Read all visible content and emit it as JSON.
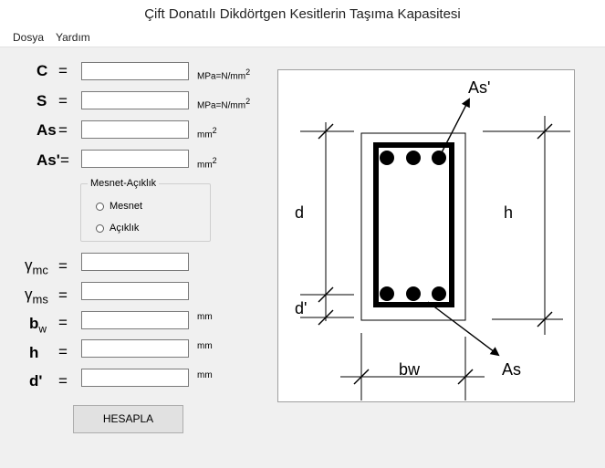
{
  "window": {
    "title": "Çift Donatılı Dikdörtgen Kesitlerin Taşıma Kapasitesi"
  },
  "menu": {
    "items": [
      "Dosya",
      "Yardım"
    ]
  },
  "form": {
    "c": {
      "label": "C",
      "eq": "=",
      "value": "",
      "unit": "MPa=N/mm",
      "unit_sup": "2"
    },
    "s": {
      "label": "S",
      "eq": "=",
      "value": "",
      "unit": "MPa=N/mm",
      "unit_sup": "2"
    },
    "as": {
      "label": "As",
      "eq": "=",
      "value": "",
      "unit": "mm",
      "unit_sup": "2"
    },
    "as_prime": {
      "label": "As'",
      "eq": "=",
      "value": "",
      "unit": "mm",
      "unit_sup": "2"
    },
    "group": {
      "title": "Mesnet-Açıklık",
      "options": [
        "Mesnet",
        "Açıklık"
      ]
    },
    "gamma_mc": {
      "symbol": "γ",
      "sub": "mc",
      "eq": "=",
      "value": ""
    },
    "gamma_ms": {
      "symbol": "γ",
      "sub": "ms",
      "eq": "=",
      "value": ""
    },
    "bw": {
      "label": "b",
      "sub": "w",
      "eq": "=",
      "value": "",
      "unit": "mm"
    },
    "h": {
      "label": "h",
      "eq": "=",
      "value": "",
      "unit": "mm"
    },
    "d_prime": {
      "label": "d'",
      "eq": "=",
      "value": "",
      "unit": "mm"
    },
    "calc_button": "HESAPLA"
  },
  "diagram": {
    "labels": {
      "as_prime": "As'",
      "as": "As",
      "d": "d",
      "h": "h",
      "d_prime": "d'",
      "bw": "bw"
    }
  }
}
